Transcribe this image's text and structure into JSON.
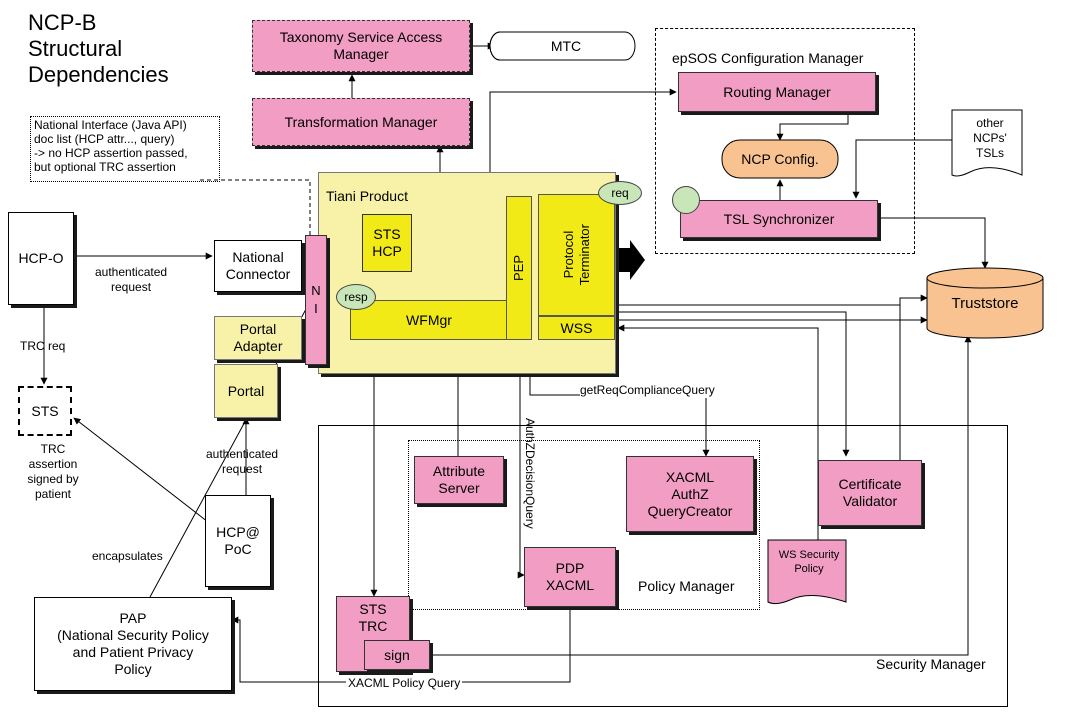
{
  "title": "NCP-B\nStructural\nDependencies",
  "nodes": {
    "taxonomy": "Taxonomy Service Access\nManager",
    "mtc": "MTC",
    "transformation": "Transformation Manager",
    "national_interface_note": "National Interface (Java API)\ndoc list (HCP attr..., query)\n-> no HCP assertion passed,\nbut optional TRC assertion",
    "epsos_config": "epSOS Configuration Manager",
    "routing": "Routing Manager",
    "ncp_config": "NCP Config.",
    "tsl_sync": "TSL Synchronizer",
    "other_ncps": "other NCPs'\nTSLs",
    "tiani_product": "Tiani Product",
    "sts_hcp": "STS\nHCP",
    "resp": "resp",
    "wfmgr": "WFMgr",
    "pep": "PEP",
    "protocol_terminator": "Protocol\nTerminator",
    "req": "req",
    "wss": "WSS",
    "ni": "N\nI",
    "hcp_o": "HCP-O",
    "national_connector": "National\nConnector",
    "portal_adapter": "Portal\nAdapter",
    "portal": "Portal",
    "sts": "STS",
    "truststore": "Truststore",
    "attribute_server": "Attribute\nServer",
    "xacml_query": "XACML\nAuthZ\nQueryCreator",
    "cert_validator": "Certificate\nValidator",
    "ws_policy": "WS Security\nPolicy",
    "pdp": "PDP\nXACML",
    "policy_manager": "Policy Manager",
    "security_manager": "Security Manager",
    "hcp_poc": "HCP@\nPoC",
    "pap": "PAP\n(National Security Policy\nand Patient Privacy\nPolicy",
    "sts_trc": "STS\nTRC",
    "sign": "sign"
  },
  "edge_labels": {
    "authenticated_request_1": "authenticated\nrequest",
    "trc_req": "TRC req",
    "trc_assertion": "TRC assertion\nsigned by\npatient",
    "authenticated_request_2": "authenticated\nrequest",
    "encapsulates": "encapsulates",
    "get_req_compliance": "getReqComplianceQuery",
    "authz_decision": "AuthZDecisionQuery",
    "xacml_policy_query": "XACML Policy Query"
  },
  "colors": {
    "pink": "#f29ec4",
    "yellow": "#f1ea16",
    "light_yellow": "#f7f2a8",
    "orange": "#f9c391",
    "green": "#c8e6b8"
  }
}
